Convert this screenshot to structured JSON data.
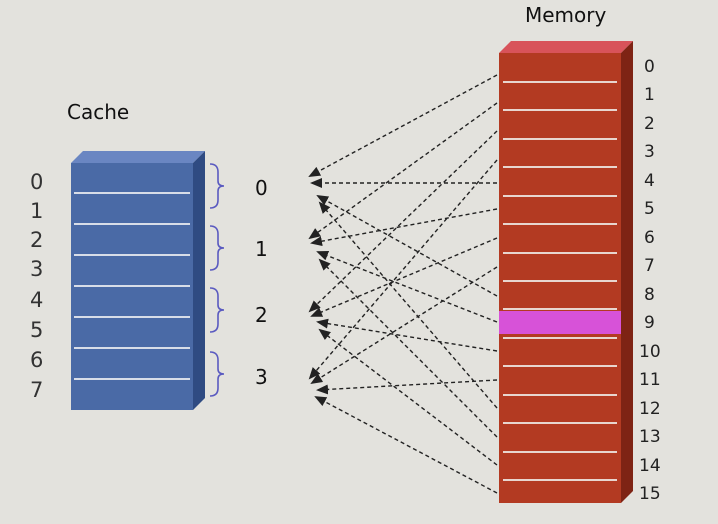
{
  "cache": {
    "title": "Cache",
    "line_numbers": [
      "0",
      "1",
      "2",
      "3",
      "4",
      "5",
      "6",
      "7"
    ],
    "color": "#4a6aa6"
  },
  "memory": {
    "title": "Memory",
    "block_numbers": [
      "0",
      "1",
      "2",
      "3",
      "4",
      "5",
      "6",
      "7",
      "8",
      "9",
      "10",
      "11",
      "12",
      "13",
      "14",
      "15"
    ],
    "color": "#b33a22",
    "highlighted_block": "9",
    "highlight_color": "#d752d8"
  },
  "sets": {
    "labels": [
      "0",
      "1",
      "2",
      "3"
    ]
  },
  "mapping": {
    "description_free": true,
    "block_to_set": [
      0,
      1,
      2,
      3,
      0,
      1,
      2,
      3,
      0,
      1,
      2,
      3,
      0,
      1,
      2,
      3
    ]
  }
}
